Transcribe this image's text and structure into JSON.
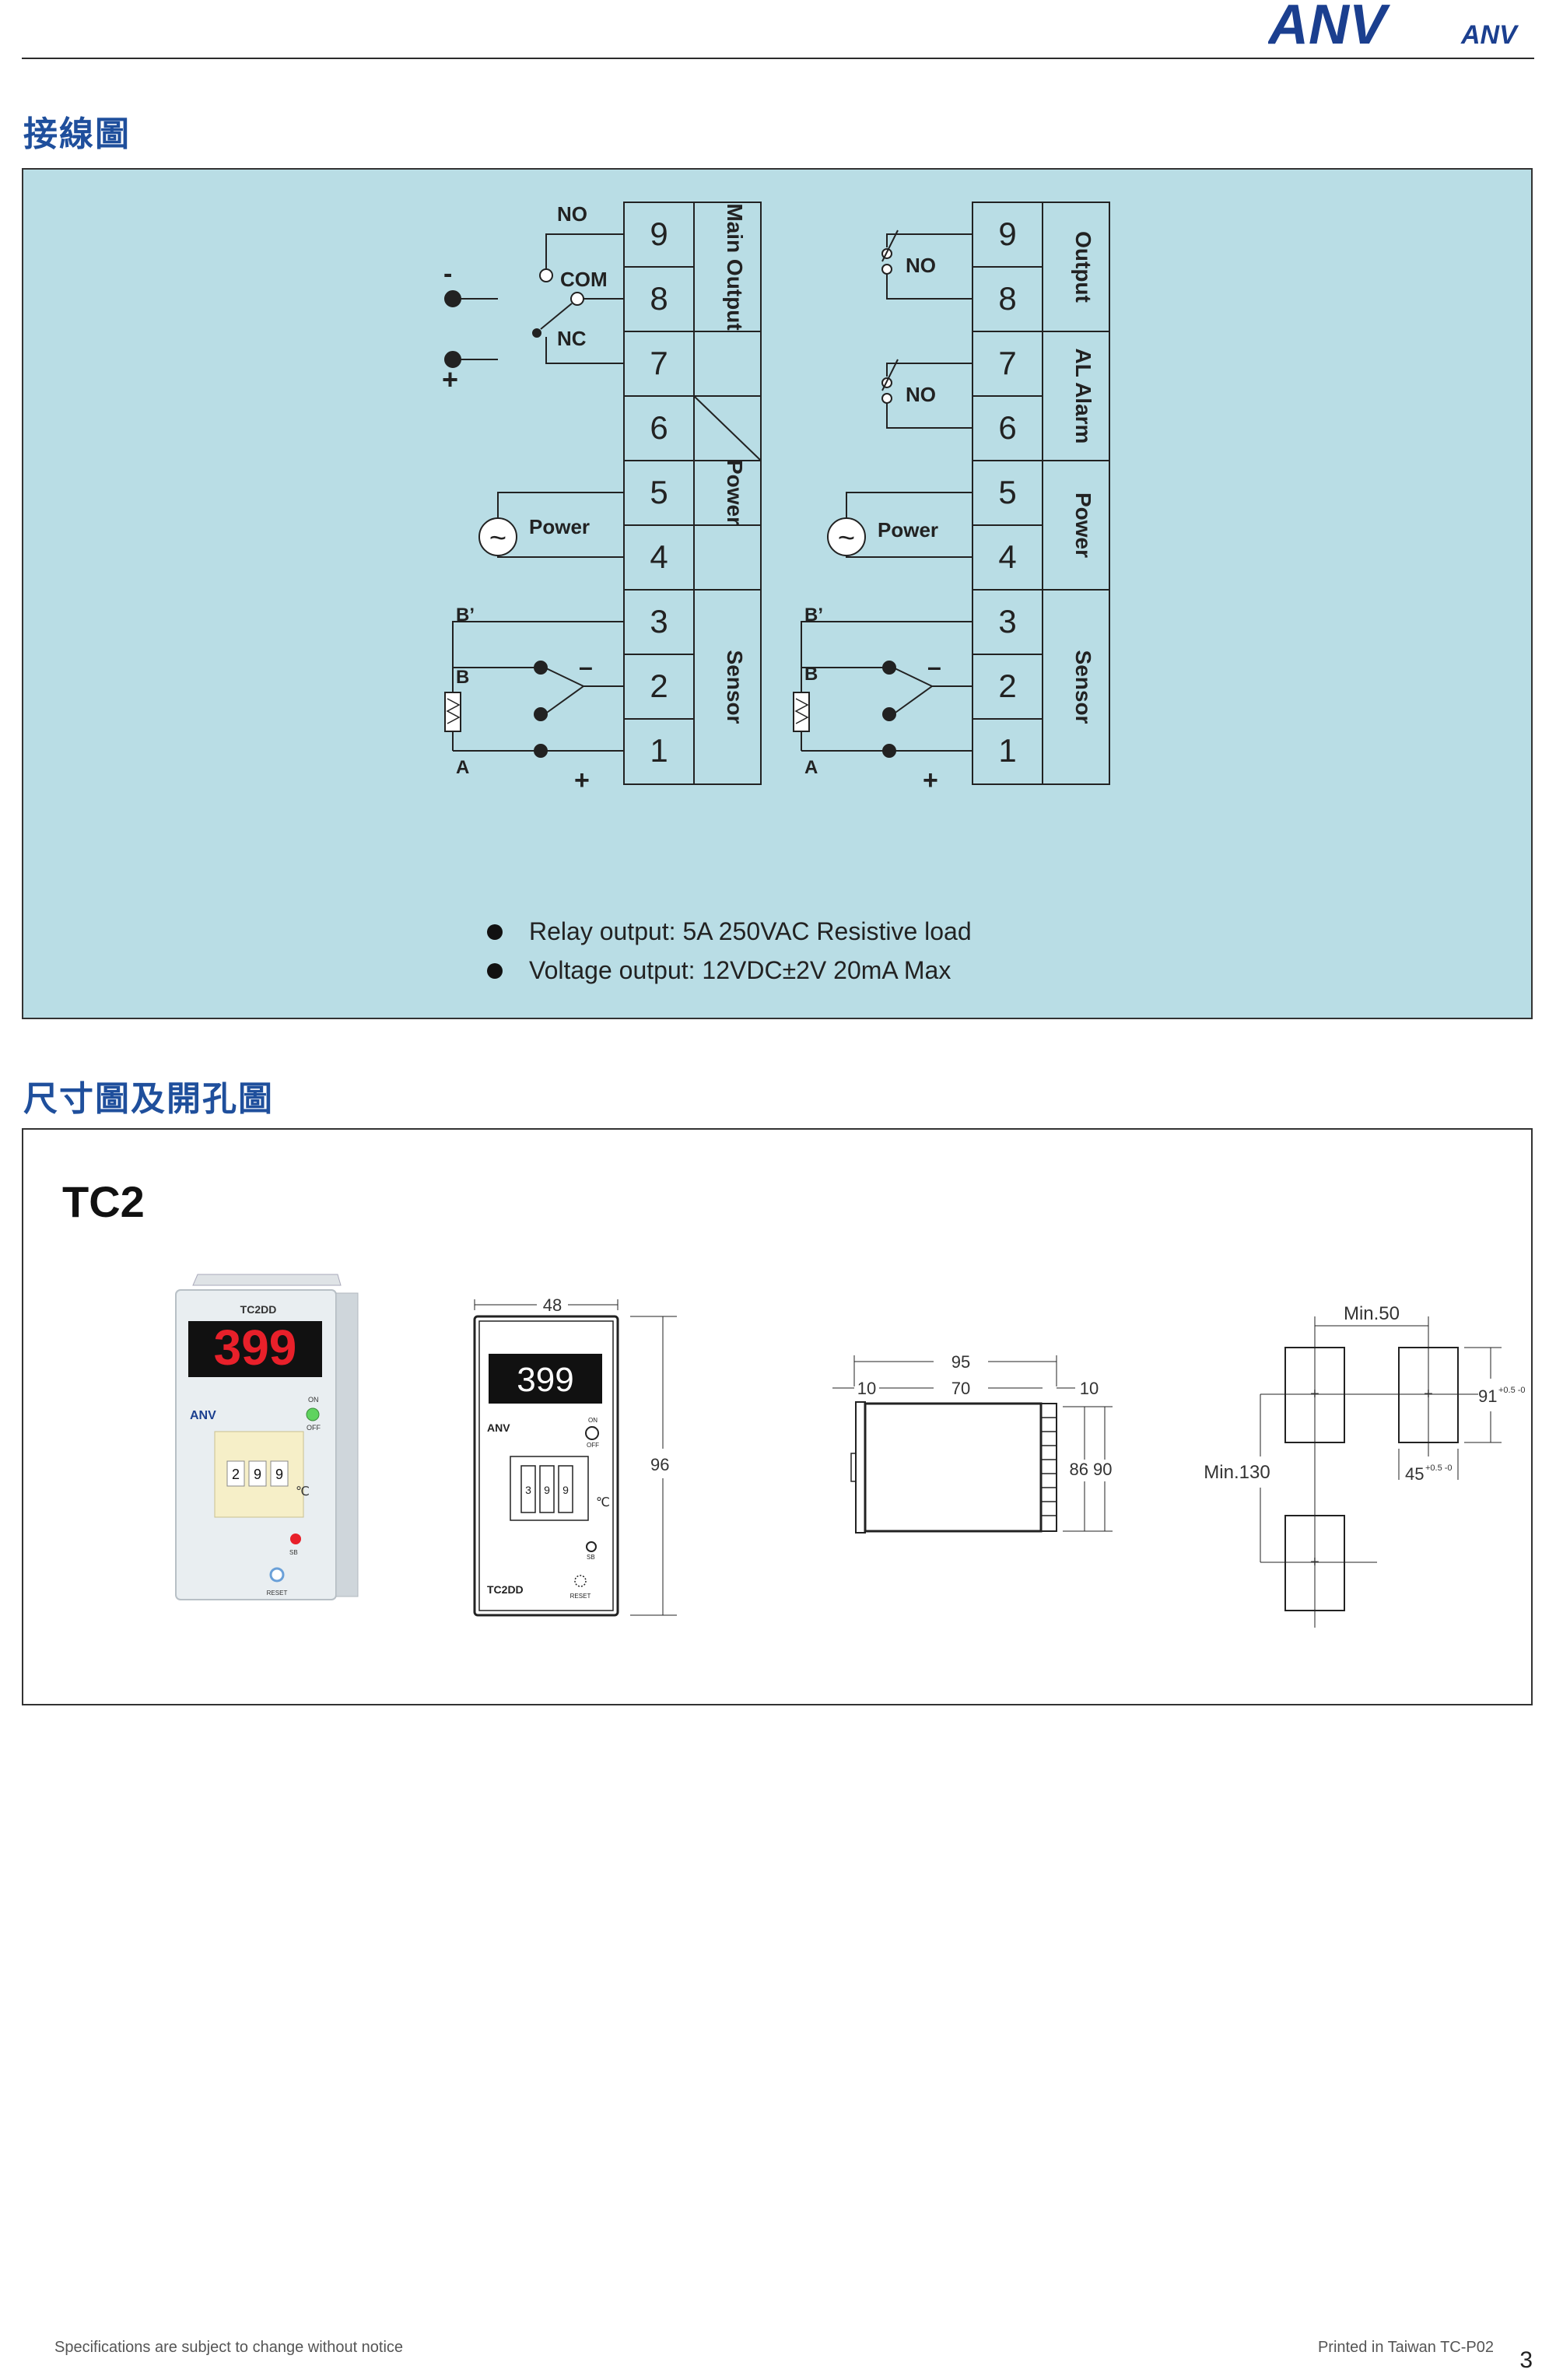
{
  "brand": {
    "logo_main": "ANV",
    "logo_small": "ANV"
  },
  "sections": {
    "wiring_title": "接線圖",
    "dimension_title": "尺寸圖及開孔圖"
  },
  "wiring": {
    "terminals": [
      "9",
      "8",
      "7",
      "6",
      "5",
      "4",
      "3",
      "2",
      "1"
    ],
    "left": {
      "groups": [
        "Main Output",
        "Power",
        "Sensor"
      ],
      "relay_labels": {
        "no": "NO",
        "com": "COM",
        "nc": "NC",
        "minus": "-",
        "plus": "+"
      },
      "power_label": "Power",
      "tilde": "~",
      "sensor_labels": {
        "b_prime": "B’",
        "b": "B",
        "a": "A",
        "minus": "–",
        "plus": "+"
      }
    },
    "right": {
      "groups": [
        "Output",
        "AL Alarm",
        "Power",
        "Sensor"
      ],
      "no1": "NO",
      "no2": "NO",
      "power_label": "Power",
      "tilde": "~",
      "sensor_labels": {
        "b_prime": "B’",
        "b": "B",
        "a": "A",
        "minus": "–",
        "plus": "+"
      }
    },
    "notes": [
      "Relay output: 5A 250VAC Resistive load",
      "Voltage output: 12VDC±2V 20mA Max"
    ]
  },
  "dimensions": {
    "model": "TC2",
    "device": {
      "model_label": "TC2DD",
      "display": "399",
      "brand": "ANV",
      "switch_digits": [
        "2",
        "9",
        "9"
      ],
      "unit": "℃",
      "on": "ON",
      "off": "OFF",
      "sb": "SB",
      "reset": "RESET"
    },
    "front": {
      "width": "48",
      "height": "96",
      "display": "399",
      "brand": "ANV",
      "switch_digits": [
        "3",
        "9",
        "9"
      ],
      "unit": "℃",
      "on": "ON",
      "off": "OFF",
      "sb": "SB",
      "model_label": "TC2DD",
      "reset": "RESET"
    },
    "side": {
      "total": "95",
      "front_depth": "10",
      "body": "70",
      "rear": "10",
      "heights": "86 90"
    },
    "cutout": {
      "h_spacing": "Min.50",
      "v_spacing": "Min.130",
      "height": "91",
      "height_tol": "+0.5 -0",
      "width": "45",
      "width_tol": "+0.5 -0"
    }
  },
  "footer": {
    "left": "Specifications are subject to change without notice",
    "right": "Printed in Taiwan TC-P02",
    "page": "3"
  },
  "colors": {
    "title_blue": "#1f4f9c",
    "panel_bg": "#b9dde5",
    "led_red": "#e8202a",
    "logo_blue": "#1b3f8f"
  }
}
